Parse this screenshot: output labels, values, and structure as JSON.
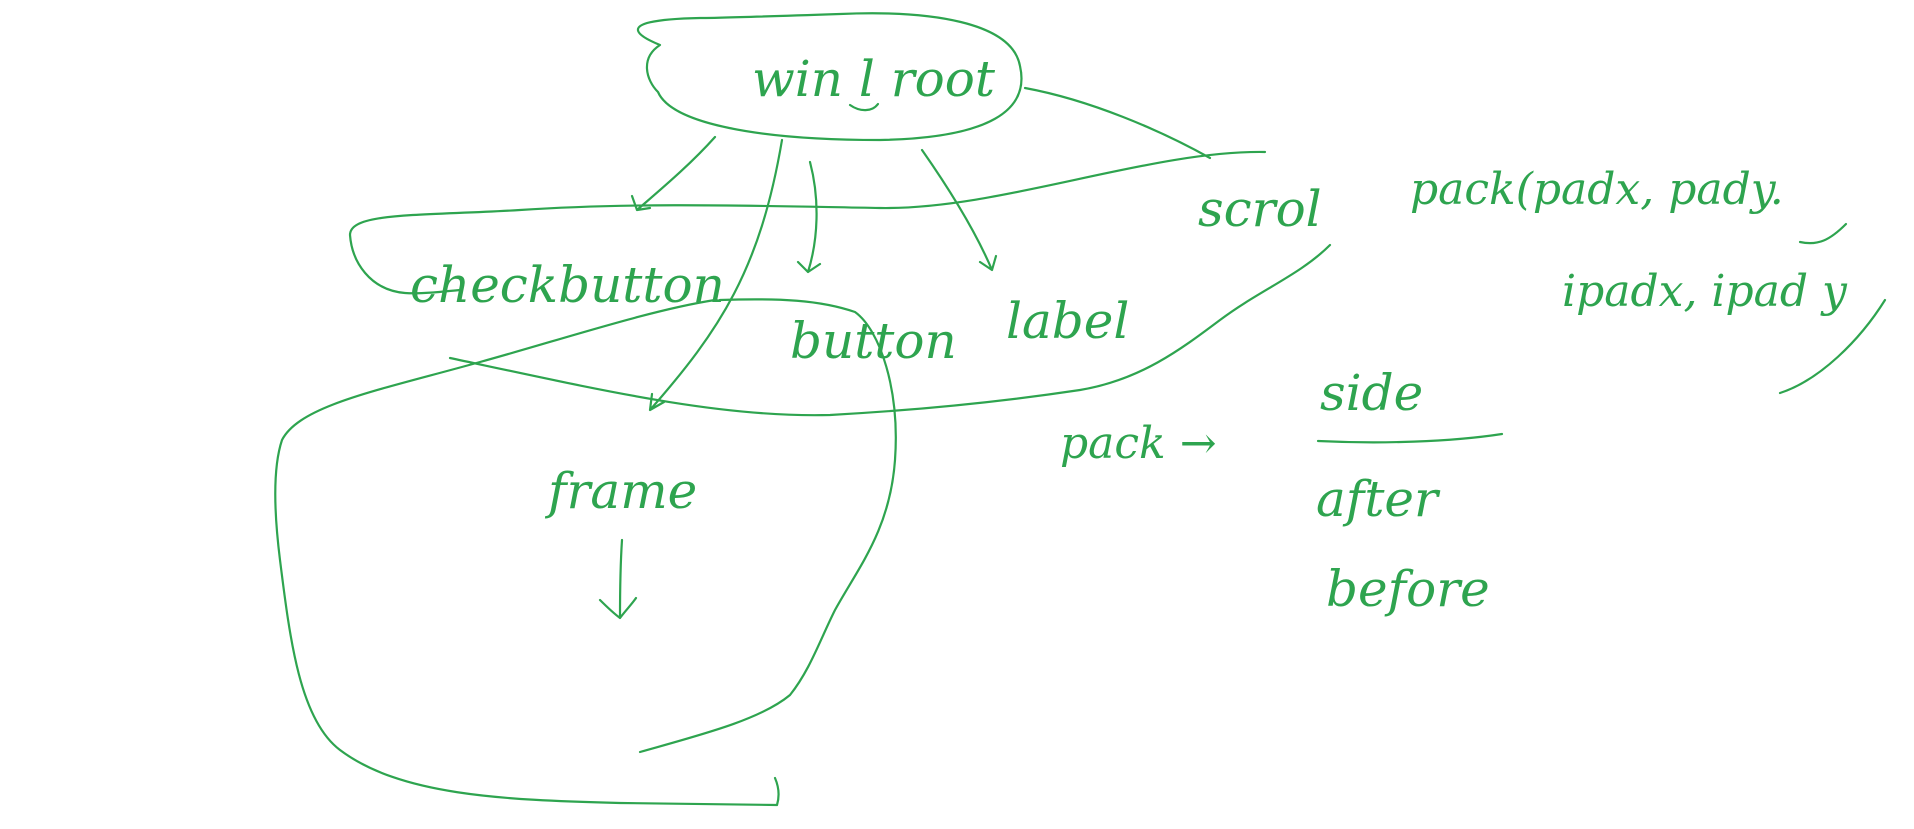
{
  "ink_color": "#2ea44f",
  "diagram": {
    "nodes": {
      "root": "win l root",
      "checkbutton": "checkbutton",
      "button": "button",
      "label": "label",
      "frame": "frame",
      "scroll": "scrol"
    },
    "notes": {
      "pack_args_line1": "pack(padx, pady.",
      "pack_args_line2": "ipadx, ipad y",
      "pack_arrow": "pack →",
      "options": [
        "side",
        "after",
        "before"
      ]
    }
  }
}
